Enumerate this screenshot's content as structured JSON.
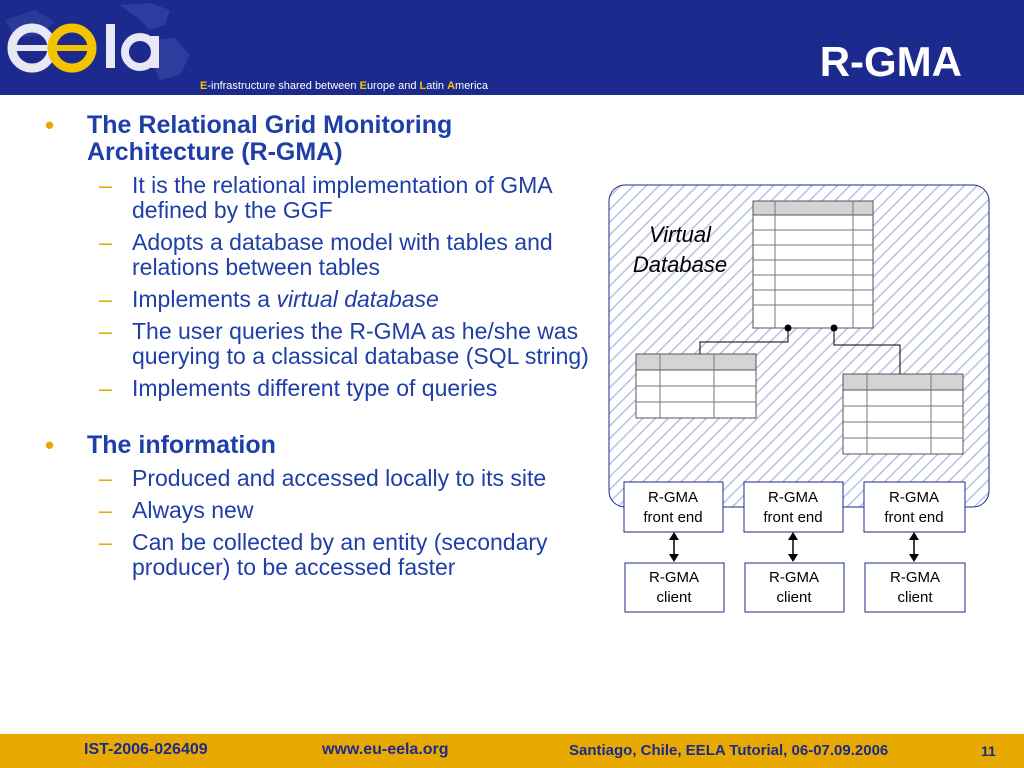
{
  "header": {
    "slide_title": "R-GMA",
    "tagline": {
      "parts": [
        {
          "text": "E",
          "hl": true
        },
        {
          "text": "-infrastructure shared between ",
          "hl": false
        },
        {
          "text": "E",
          "hl": true
        },
        {
          "text": "urope and ",
          "hl": false
        },
        {
          "text": "L",
          "hl": true
        },
        {
          "text": "atin ",
          "hl": false
        },
        {
          "text": "A",
          "hl": true
        },
        {
          "text": "merica",
          "hl": false
        }
      ]
    },
    "logo_icon": "eela-logo"
  },
  "content": {
    "bullet1": {
      "title": "The Relational Grid Monitoring Architecture (R-GMA)",
      "subs": [
        "It is the relational implementation of GMA defined by the GGF",
        "Adopts a database model with tables and relations between tables",
        "The user queries the R-GMA as he/she was querying to a classical database (SQL string)",
        "Implements different type of queries"
      ],
      "sub3_prefix": "Implements a ",
      "sub3_emphasis": "virtual database"
    },
    "bullet2": {
      "title": "The information",
      "subs": [
        "Produced and accessed locally to its site",
        "Always new",
        "Can be collected by an entity (secondary producer) to be accessed faster"
      ]
    }
  },
  "diagram": {
    "virtual_label_line1": "Virtual",
    "virtual_label_line2": "Database",
    "front_ends": [
      {
        "line1": "R-GMA",
        "line2": "front end"
      },
      {
        "line1": "R-GMA",
        "line2": "front end"
      },
      {
        "line1": "R-GMA",
        "line2": "front end"
      }
    ],
    "clients": [
      {
        "line1": "R-GMA",
        "line2": "client"
      },
      {
        "line1": "R-GMA",
        "line2": "client"
      },
      {
        "line1": "R-GMA",
        "line2": "client"
      }
    ],
    "hatch_color": "#b8c0e8",
    "border_color": "#1b2a8c"
  },
  "footer": {
    "project_id": "IST-2006-026409",
    "website": "www.eu-eela.org",
    "event": "Santiago, Chile, EELA Tutorial, 06-07.09.2006",
    "page_number": "11"
  }
}
